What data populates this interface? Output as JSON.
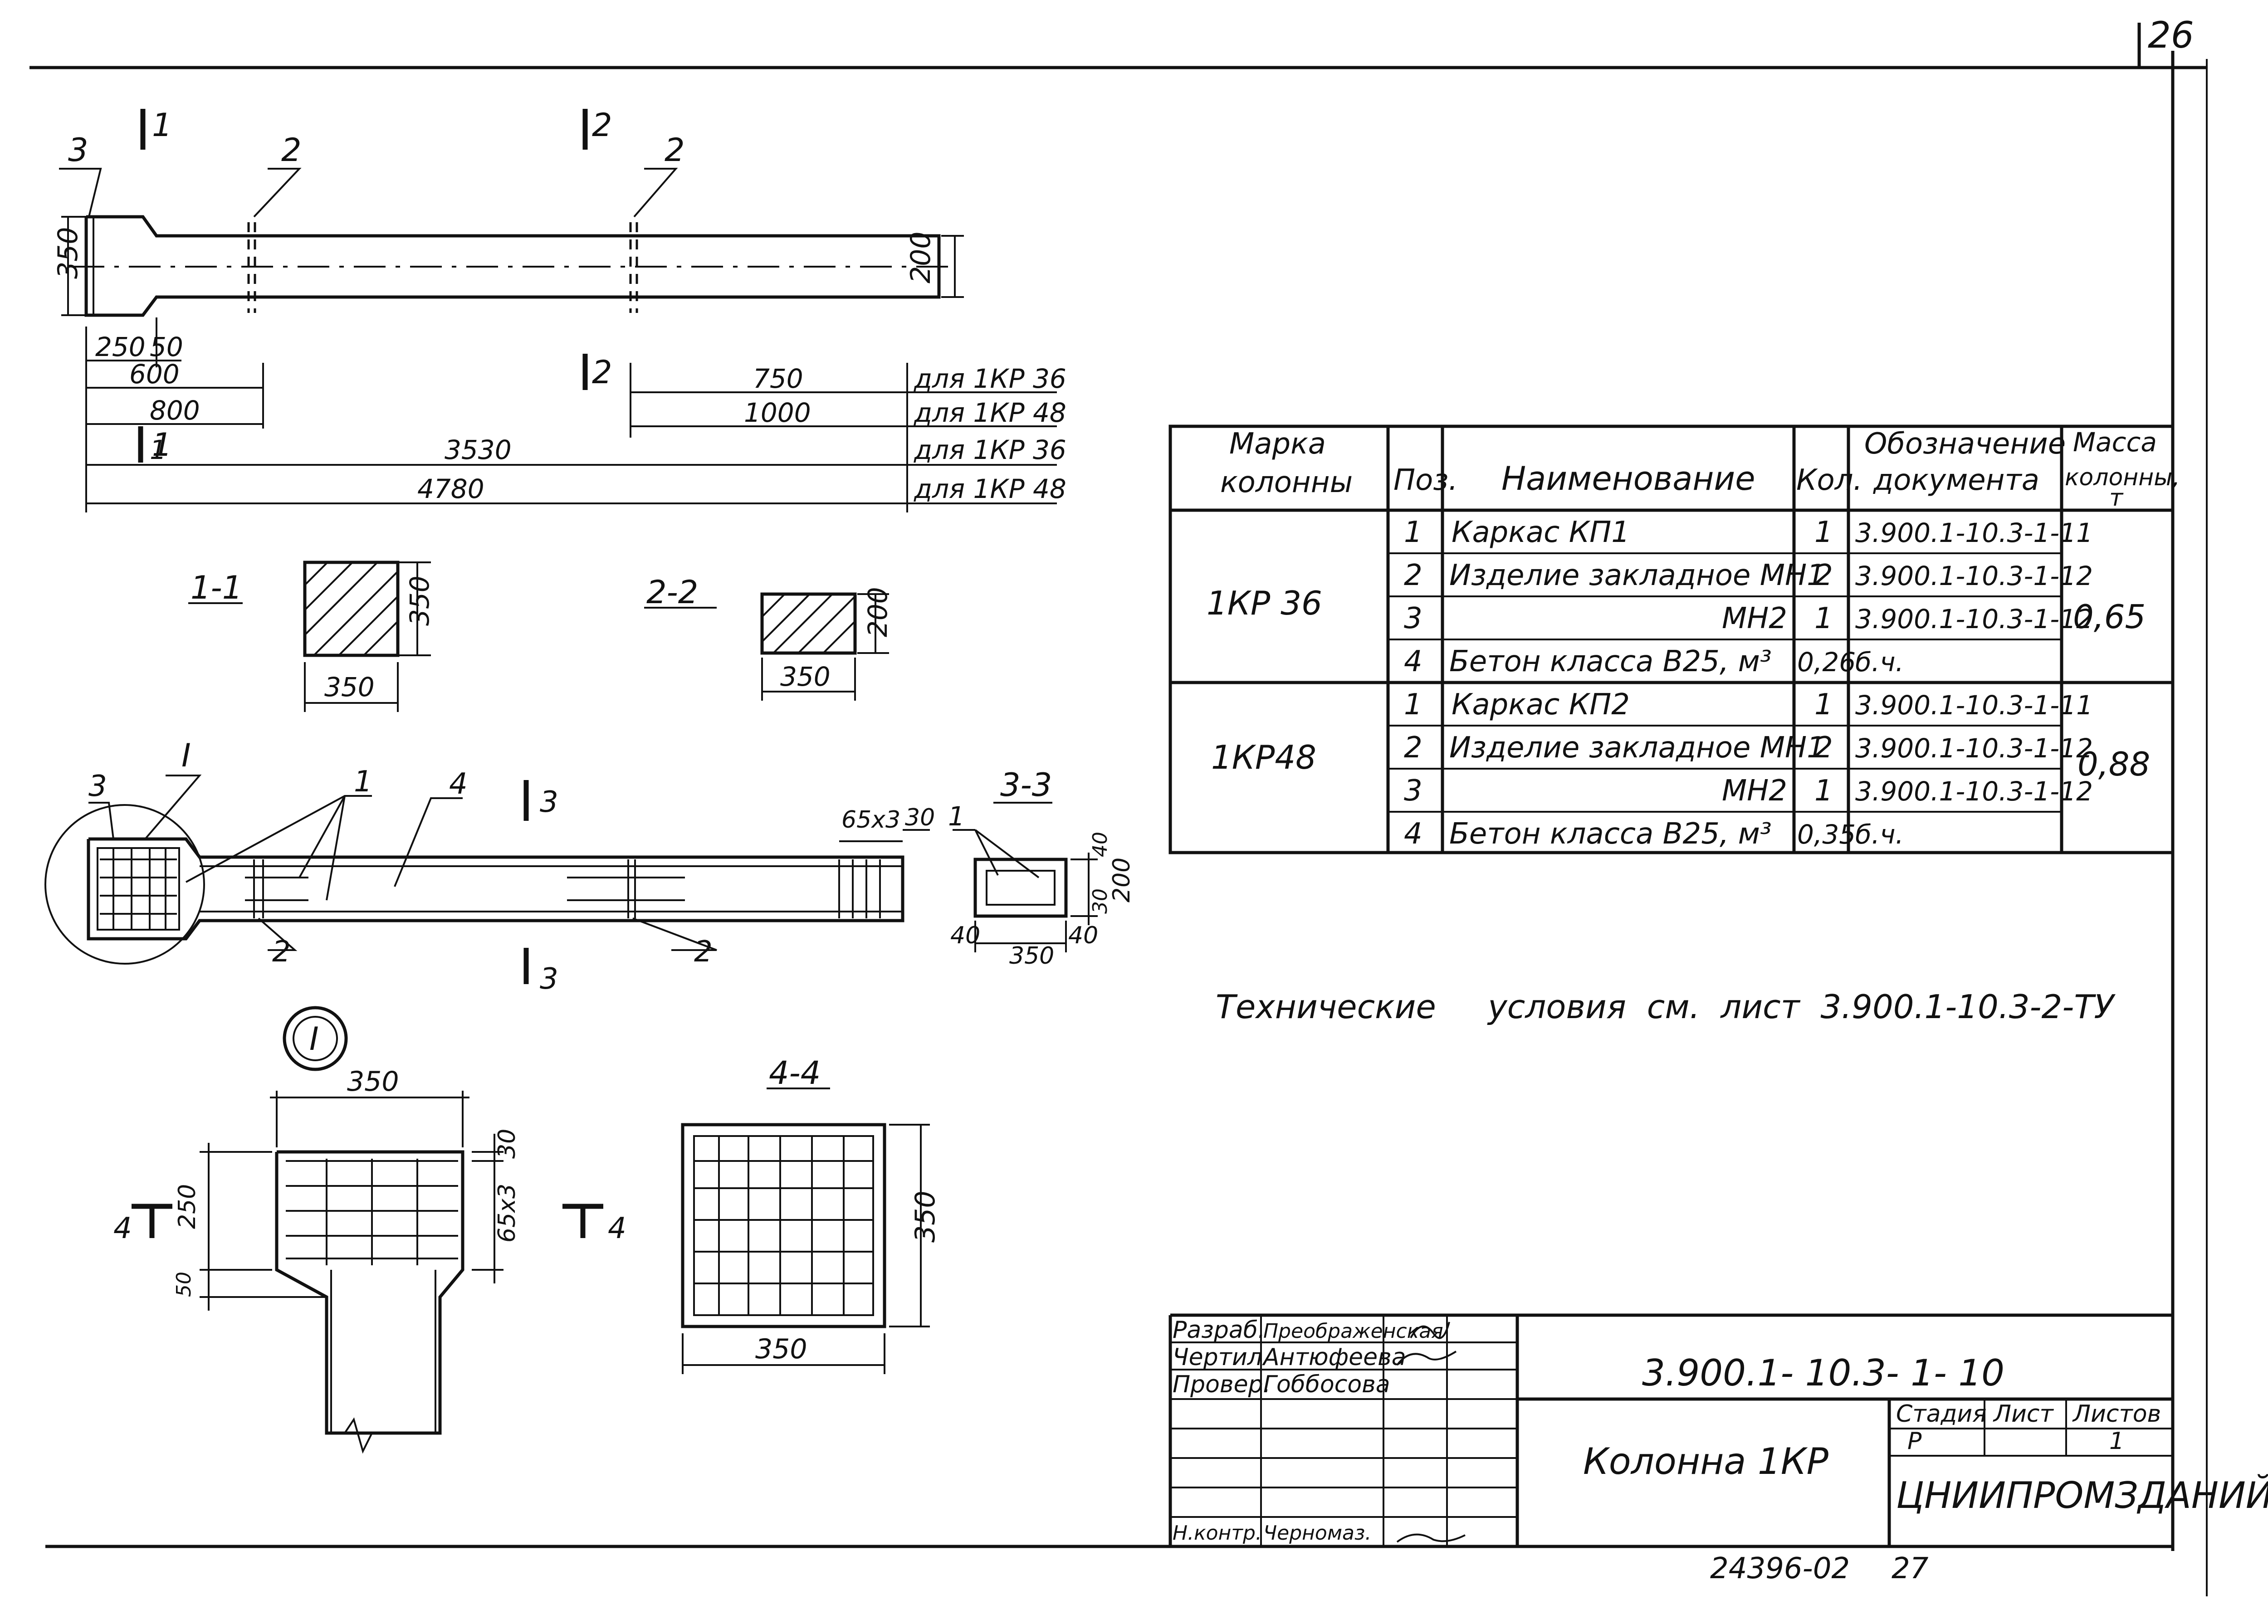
{
  "sheet": {
    "number": "26",
    "bottom_number": "24396-02",
    "bottom_page": "27"
  },
  "elevation": {
    "section_marks": [
      "1",
      "1",
      "2",
      "2"
    ],
    "leaders": [
      "3",
      "2",
      "2"
    ],
    "height_left": "350",
    "height_right": "200",
    "dims": [
      "250",
      "50",
      "600",
      "800",
      "750",
      "1000",
      "3530",
      "4780",
      "1"
    ],
    "notes": [
      "для 1КР 36",
      "для 1КР 48",
      "для 1КР 36",
      "для 1КР 48"
    ]
  },
  "sec11": {
    "title": "1-1",
    "width": "350",
    "height": "350"
  },
  "sec22": {
    "title": "2-2",
    "width": "350",
    "height": "200"
  },
  "reinforcement": {
    "callout": "I",
    "leaders": [
      "3",
      "1",
      "4",
      "2",
      "2"
    ],
    "section_mark": "3",
    "spacing": "65х3",
    "end": "30"
  },
  "sec33": {
    "title": "3-3",
    "leader": "1",
    "dims": [
      "40",
      "350",
      "40",
      "40",
      "30",
      "200"
    ]
  },
  "detail1": {
    "callout": "I",
    "width": "350",
    "top": "30",
    "height": "250",
    "spacing": "65х3",
    "bottom": "50",
    "cut_mark": "4"
  },
  "sec44": {
    "title": "4-4",
    "width": "350",
    "height": "350"
  },
  "spec": {
    "headers": [
      "Марка колонны",
      "Поз.",
      "Наименование",
      "Кол.",
      "Обозначение документа",
      "Масса колонны, т"
    ],
    "groups": [
      {
        "mark": "1КР 36",
        "mass": "0,65",
        "rows": [
          {
            "pos": "1",
            "name": "Каркас   КП1",
            "qty": "1",
            "doc": "3.900.1-10.3-1-11"
          },
          {
            "pos": "2",
            "name": "Изделие закладное  МН1",
            "qty": "2",
            "doc": "3.900.1-10.3-1-12"
          },
          {
            "pos": "3",
            "name": "МН2",
            "qty": "1",
            "doc": "3.900.1-10.3-1-12"
          },
          {
            "pos": "4",
            "name": "Бетон класса В25, м³",
            "qty": "0,26",
            "doc": "б.ч."
          }
        ]
      },
      {
        "mark": "1КР48",
        "mass": "0,88",
        "rows": [
          {
            "pos": "1",
            "name": "Каркас   КП2",
            "qty": "1",
            "doc": "3.900.1-10.3-1-11"
          },
          {
            "pos": "2",
            "name": "Изделие закладное  МН1",
            "qty": "2",
            "doc": "3.900.1-10.3-1-12"
          },
          {
            "pos": "3",
            "name": "МН2",
            "qty": "1",
            "doc": "3.900.1-10.3-1-12"
          },
          {
            "pos": "4",
            "name": "Бетон  класса В25, м³",
            "qty": "0,35",
            "doc": "б.ч."
          }
        ]
      }
    ]
  },
  "tech_note": "Технические     условия  см.  лист  3.900.1-10.3-2-ТУ",
  "title_block": {
    "code": "3.900.1- 10.3- 1- 10",
    "name": "Колонна  1КР",
    "stage_label": "Стадия",
    "sheet_label": "Лист",
    "sheets_label": "Листов",
    "stage": "Р",
    "sheets": "1",
    "org": "ЦНИИПРОМЗДАНИЙ",
    "roles": [
      "Разраб.",
      "Чертил",
      "Провер.",
      "Н.контр."
    ],
    "people": [
      "Преображенская",
      "Антюфеева",
      "Гоббосова",
      "Черномаз."
    ]
  }
}
